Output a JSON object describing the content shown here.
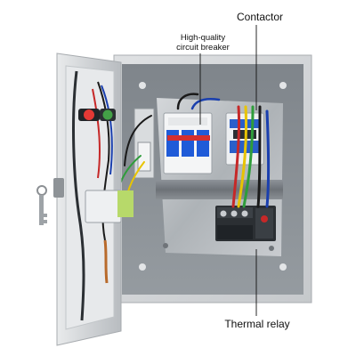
{
  "callouts": {
    "contactor": "Contactor",
    "breaker_line1": "High-quality",
    "breaker_line2": "circuit breaker",
    "thermal_relay": "Thermal relay"
  },
  "colors": {
    "enclosure": "#d7dadd",
    "backplate": "#8a9096",
    "mounting_plate": "#b9bdc1",
    "breaker_blue": "#1f5bd8",
    "contactor_blue": "#2a5fc9",
    "wire_red": "#c62828",
    "wire_yellow": "#e8c400",
    "wire_green": "#2e9d3a",
    "wire_black": "#1a1a1a",
    "wire_blue": "#1a3fae"
  }
}
